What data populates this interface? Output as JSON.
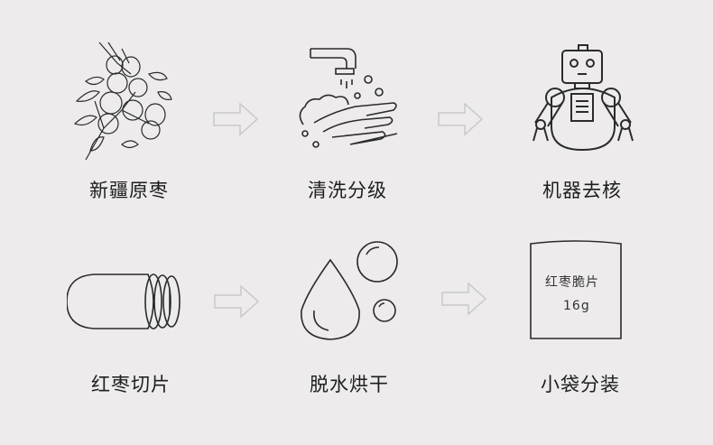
{
  "steps": [
    {
      "label": "新疆原枣",
      "icon": "jujube-branch-icon"
    },
    {
      "label": "清洗分级",
      "icon": "hand-washing-icon"
    },
    {
      "label": "机器去核",
      "icon": "robot-icon"
    },
    {
      "label": "红枣切片",
      "icon": "jujube-slice-icon"
    },
    {
      "label": "脱水烘干",
      "icon": "water-drop-icon"
    },
    {
      "label": "小袋分装",
      "icon": "package-bag-icon"
    }
  ],
  "bag": {
    "name": "红枣脆片",
    "weight": "16g"
  },
  "colors": {
    "background": "#edebec",
    "line": "#2b2b2b",
    "arrow": "#c9c9c9"
  }
}
